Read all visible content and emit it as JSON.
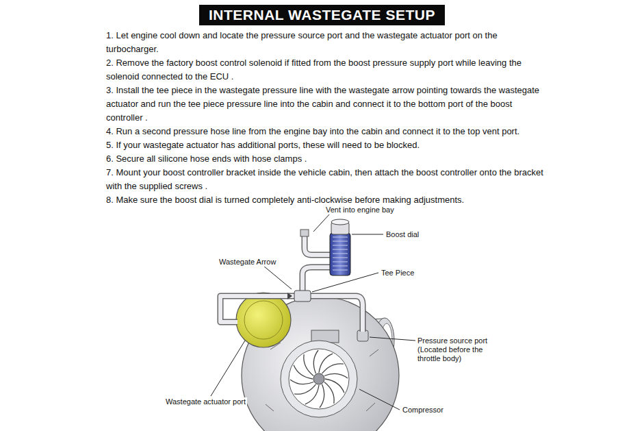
{
  "diagram": {
    "title": "INTERNAL WASTEGATE SETUP",
    "labels": [
      "1. Let engine cool down and locate the pressure source port and the wastegate actuator port on the turbocharger.",
      "2. Remove the factory boost control solenoid if fitted from the boost pressure supply port while leaving the solenoid connected to the ECU .",
      "3. Install the tee piece in the wastegate pressure line with the wastegate arrow pointing towards the wastegate actuator and run the tee piece pressure line into the cabin and connect it to the bottom port of the boost controller .",
      "4. Run a second pressure hose line from the engine bay into the cabin and connect it to the top vent port.",
      "5. If your wastegate actuator has additional ports, these will need to be blocked.",
      "6. Secure all silicone hose ends with hose clamps .",
      "7. Mount your boost controller bracket inside the vehicle cabin, then attach the boost controller onto the bracket with the supplied screws .",
      "8. Make sure the boost dial is turned completely anti-clockwise before making adjustments.",
      "Vent into engine bay",
      "Boost dial",
      "Wastegate Arrow",
      "Tee Piece",
      "Pressure source port (Located before the throttle body)",
      "Wastegate actuator port",
      "Compressor"
    ]
  }
}
